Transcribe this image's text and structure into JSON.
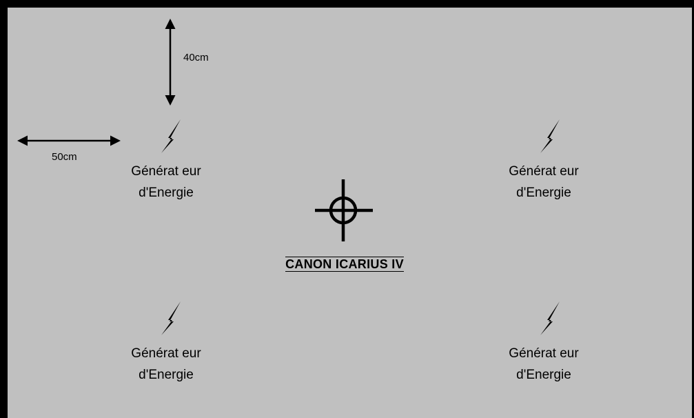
{
  "dimensions": {
    "vertical": "40cm",
    "horizontal": "50cm"
  },
  "generators": [
    {
      "id": "top-left",
      "line1": "Générat eur",
      "line2": "d'Energie"
    },
    {
      "id": "top-right",
      "line1": "Générat eur",
      "line2": "d'Energie"
    },
    {
      "id": "bottom-left",
      "line1": "Générat eur",
      "line2": "d'Energie"
    },
    {
      "id": "bottom-right",
      "line1": "Générat eur",
      "line2": "d'Energie"
    }
  ],
  "cannon": {
    "label": "CANON ICARIUS IV"
  },
  "colors": {
    "background": "#c0c0c0",
    "ink": "#000000"
  },
  "icons": {
    "generator": "lightning-bolt-icon",
    "cannon": "crosshair-icon",
    "dimension": "double-arrow-icon"
  }
}
